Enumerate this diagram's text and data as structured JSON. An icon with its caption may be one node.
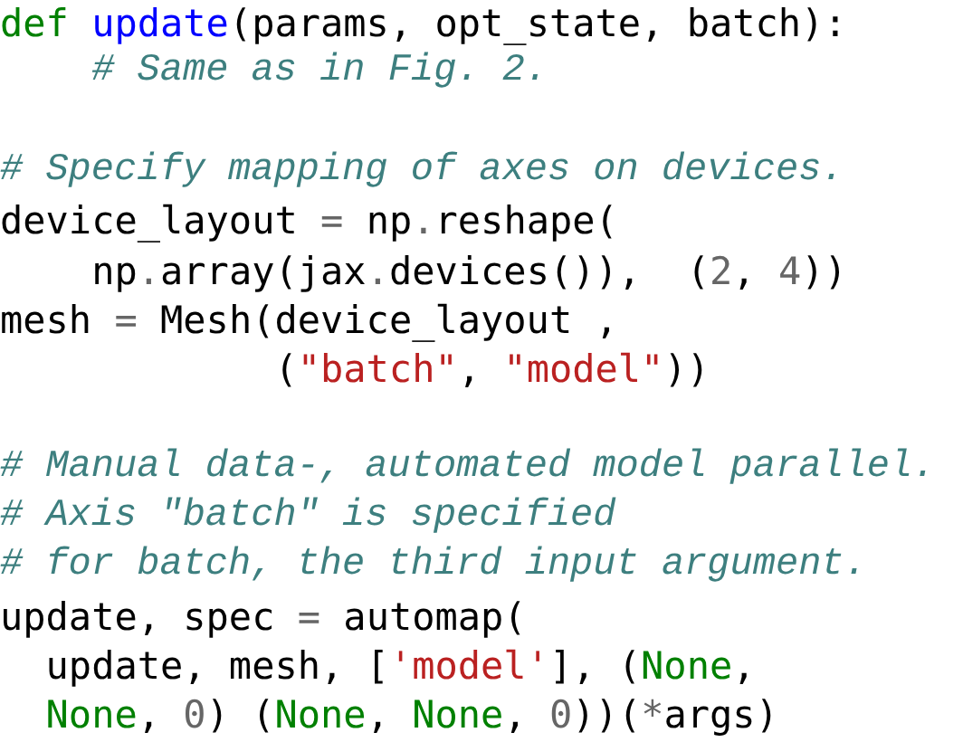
{
  "diagram": {
    "labels": [
      "def update(params, opt_state, batch):",
      "# Same as in Fig. 2.",
      "# Specify mapping of axes on devices.",
      "device_layout = np.reshape(",
      "np.array(jax.devices()),  (2, 4))",
      "mesh = Mesh(device_layout ,",
      "(\"batch\", \"model\"))",
      "# Manual data-, automated model parallel.",
      "# Axis \"batch\" is specified",
      "# for batch, the third input argument.",
      "update, spec = automap(",
      "update, mesh, ['model'], (None,",
      "None, 0) (None, None, 0))(*args)"
    ]
  }
}
